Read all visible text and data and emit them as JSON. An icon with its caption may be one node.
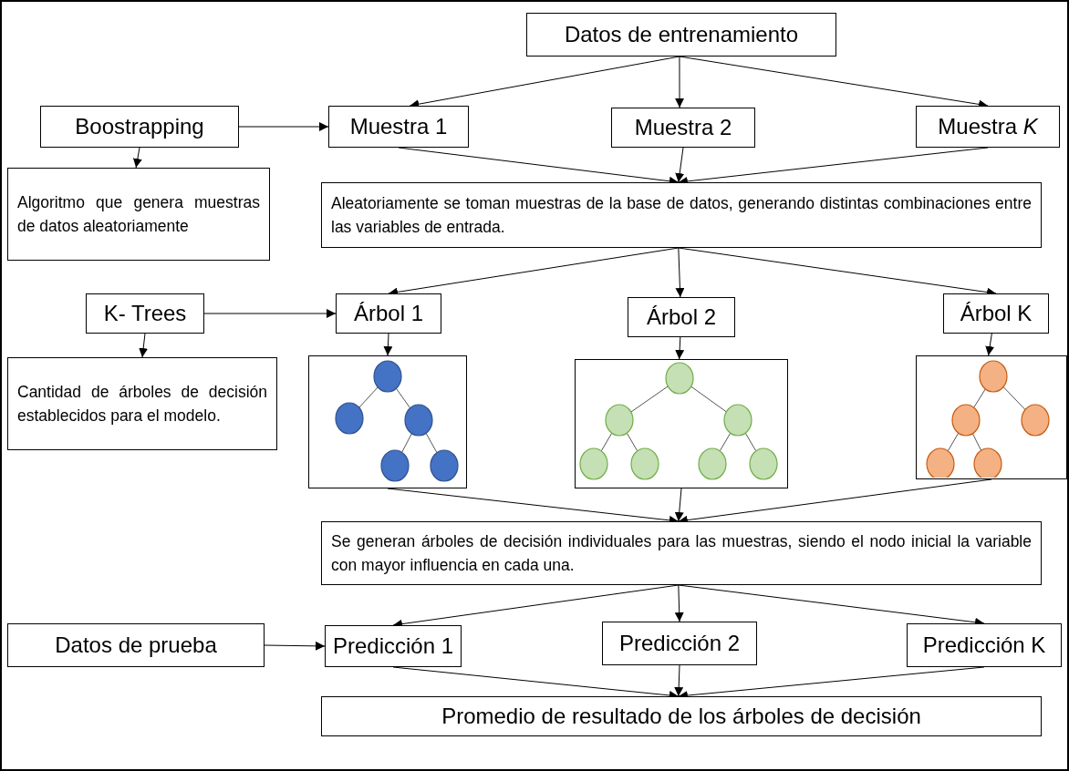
{
  "diagram": {
    "nodes": [
      {
        "text": [
          "Datos de entrenamiento"
        ]
      },
      {
        "text": [
          "Boostrapping"
        ]
      },
      {
        "text": [
          "Muestra 1"
        ]
      },
      {
        "text": [
          "Muestra 2"
        ]
      },
      {
        "text": [
          "Muestra *K*"
        ]
      },
      {
        "text": [
          "Algoritmo que genera muestras de datos aleatoriamente"
        ]
      },
      {
        "text": [
          "Aleatoriamente se toman muestras de la base de datos, generando distintas combinaciones entre las variables de entrada."
        ]
      },
      {
        "text": [
          "K- Trees"
        ]
      },
      {
        "text": [
          "Árbol 1"
        ]
      },
      {
        "text": [
          "Árbol 2"
        ]
      },
      {
        "text": [
          "Árbol K"
        ]
      },
      {
        "text": [
          "Cantidad de árboles de decisión establecidos para el modelo."
        ]
      },
      {
        "text": [],
        "shape": "box"
      },
      {
        "text": [],
        "shape": "box"
      },
      {
        "text": [],
        "shape": "box"
      },
      {
        "text": [
          "Se generan árboles de decisión individuales para las muestras, siendo el nodo inicial la variable con mayor influencia en cada una."
        ]
      },
      {
        "text": [
          "Datos de prueba"
        ]
      },
      {
        "text": [
          "Predicción 1"
        ]
      },
      {
        "text": [
          "Predicción 2"
        ]
      },
      {
        "text": [
          "Predicción K"
        ]
      },
      {
        "text": [
          "Promedio de resultado de los árboles de decisión"
        ]
      }
    ],
    "edges": [
      {
        "from": 0,
        "to": 2,
        "arrow": "to"
      },
      {
        "from": 0,
        "to": 3,
        "arrow": "to"
      },
      {
        "from": 0,
        "to": 4,
        "arrow": "to"
      },
      {
        "from": 1,
        "to": 2,
        "arrow": "to"
      },
      {
        "from": 1,
        "to": 5,
        "arrow": "to"
      },
      {
        "from": 2,
        "to": 6,
        "arrow": "to"
      },
      {
        "from": 3,
        "to": 6,
        "arrow": "to"
      },
      {
        "from": 4,
        "to": 6,
        "arrow": "to"
      },
      {
        "from": 6,
        "to": 8,
        "arrow": "to"
      },
      {
        "from": 6,
        "to": 9,
        "arrow": "to"
      },
      {
        "from": 6,
        "to": 10,
        "arrow": "to"
      },
      {
        "from": 7,
        "to": 8,
        "arrow": "to"
      },
      {
        "from": 7,
        "to": 11,
        "arrow": "to"
      },
      {
        "from": 8,
        "to": 12,
        "arrow": "to"
      },
      {
        "from": 9,
        "to": 13,
        "arrow": "to"
      },
      {
        "from": 10,
        "to": 14,
        "arrow": "to"
      },
      {
        "from": 12,
        "to": 15,
        "arrow": "to"
      },
      {
        "from": 13,
        "to": 15,
        "arrow": "to"
      },
      {
        "from": 14,
        "to": 15,
        "arrow": "to"
      },
      {
        "from": 15,
        "to": 17,
        "arrow": "to"
      },
      {
        "from": 15,
        "to": 18,
        "arrow": "to"
      },
      {
        "from": 15,
        "to": 19,
        "arrow": "to"
      },
      {
        "from": 16,
        "to": 17,
        "arrow": "to"
      },
      {
        "from": 17,
        "to": 20,
        "arrow": "to"
      },
      {
        "from": 18,
        "to": 20,
        "arrow": "to"
      },
      {
        "from": 19,
        "to": 20,
        "arrow": "to"
      }
    ]
  }
}
